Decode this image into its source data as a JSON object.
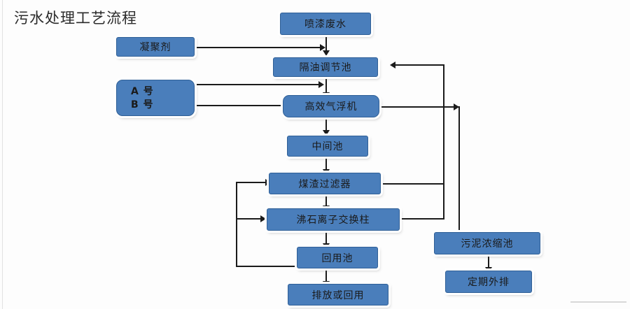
{
  "diagram": {
    "title": "污水处理工艺流程",
    "type": "flowchart",
    "theme": {
      "node_fill": "#4a7ebb",
      "node_border": "#2f5f96",
      "node_text": "#1a1a1a",
      "connector": "#1b1b1b",
      "background": "#fdfdfd",
      "title_color": "#2b2b2b"
    },
    "nodes": [
      {
        "id": "influent",
        "label": "喷漆废水",
        "shape": "rect"
      },
      {
        "id": "coagulant",
        "label": "凝聚剂",
        "shape": "rect"
      },
      {
        "id": "oil-tank",
        "label": "隔油调节池",
        "shape": "rect"
      },
      {
        "id": "dosing-ab",
        "label_line1": "A 号",
        "label_line2": "B 号",
        "shape": "rounded"
      },
      {
        "id": "flotation",
        "label": "高效气浮机",
        "shape": "rect"
      },
      {
        "id": "mid-tank",
        "label": "中间池",
        "shape": "rect"
      },
      {
        "id": "slag-filter",
        "label": "煤渣过滤器",
        "shape": "rect"
      },
      {
        "id": "ion-exchange",
        "label": "沸石离子交换柱",
        "shape": "rect"
      },
      {
        "id": "reuse-tank",
        "label": "回用池",
        "shape": "rect"
      },
      {
        "id": "discharge",
        "label": "排放或回用",
        "shape": "rect"
      },
      {
        "id": "sludge-tank",
        "label": "污泥浓缩池",
        "shape": "rect"
      },
      {
        "id": "haul-away",
        "label": "定期外排",
        "shape": "rect"
      }
    ],
    "edges": [
      {
        "from": "influent",
        "to": "oil-tank",
        "kind": "straight-down"
      },
      {
        "from": "coagulant",
        "to": "oil-tank",
        "kind": "elbow-right"
      },
      {
        "from": "oil-tank",
        "to": "flotation",
        "kind": "straight-down"
      },
      {
        "from": "dosing-ab",
        "to": "oil-tank",
        "kind": "elbow-right"
      },
      {
        "from": "dosing-ab",
        "to": "flotation",
        "kind": "elbow-right"
      },
      {
        "from": "flotation",
        "to": "mid-tank",
        "kind": "straight-down"
      },
      {
        "from": "mid-tank",
        "to": "slag-filter",
        "kind": "straight-down"
      },
      {
        "from": "slag-filter",
        "to": "ion-exchange",
        "kind": "straight-down"
      },
      {
        "from": "ion-exchange",
        "to": "reuse-tank",
        "kind": "straight-down"
      },
      {
        "from": "reuse-tank",
        "to": "discharge",
        "kind": "straight-down"
      },
      {
        "from": "slag-filter",
        "to": "oil-tank",
        "kind": "recycle-right"
      },
      {
        "from": "ion-exchange",
        "to": "oil-tank",
        "kind": "recycle-right"
      },
      {
        "from": "reuse-tank",
        "to": "slag-filter",
        "kind": "backwash-left"
      },
      {
        "from": "reuse-tank",
        "to": "ion-exchange",
        "kind": "backwash-left"
      },
      {
        "from": "flotation",
        "to": "sludge-tank",
        "kind": "sludge-right"
      },
      {
        "from": "sludge-tank",
        "to": "haul-away",
        "kind": "straight-down"
      }
    ]
  }
}
